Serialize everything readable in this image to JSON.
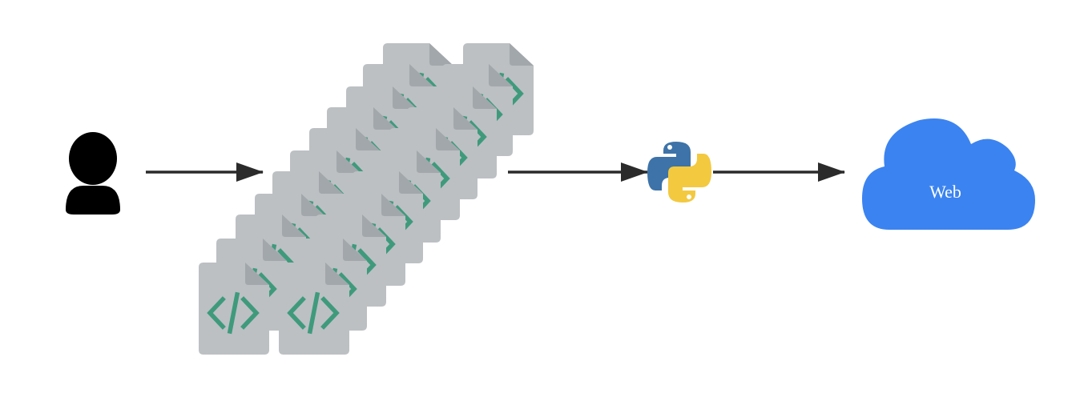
{
  "nodes": {
    "user": {
      "icon": "person-icon"
    },
    "files": {
      "icon": "code-file-icon"
    },
    "python": {
      "icon": "python-logo-icon"
    },
    "web": {
      "icon": "cloud-icon",
      "label": "Web"
    }
  },
  "edges": [
    {
      "from": "user",
      "to": "files"
    },
    {
      "from": "files",
      "to": "python"
    },
    {
      "from": "python",
      "to": "web"
    }
  ],
  "colors": {
    "arrow": "#2b2b2b",
    "file_body": "#bcc0c3",
    "file_fold": "#a2a7ab",
    "code_glyph": "#3f9a7c",
    "cloud": "#3b83f0",
    "python_blue": "#3d73a8",
    "python_yellow": "#f3c940",
    "person": "#000000"
  }
}
